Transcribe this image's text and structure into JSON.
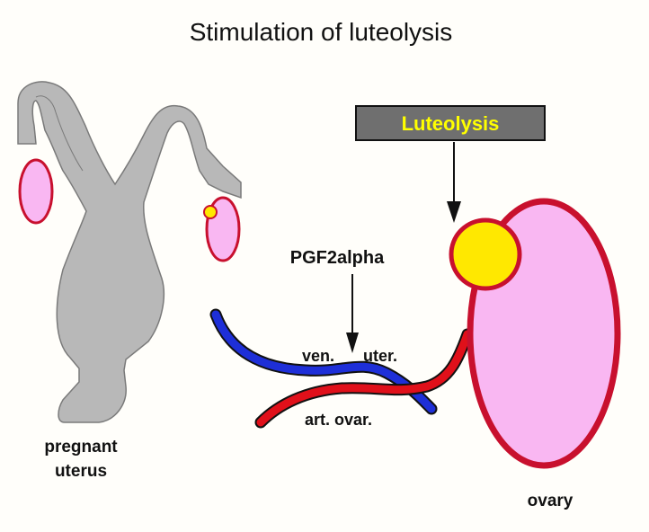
{
  "title": "Stimulation of luteolysis",
  "labels": {
    "luteolysis": "Luteolysis",
    "pgf": "PGF2alpha",
    "vein": "ven.",
    "uterine_artery": "uter.",
    "ovarian_artery": "art. ovar.",
    "uterus_line1": "pregnant",
    "uterus_line2": "uterus",
    "ovary": "ovary"
  },
  "colors": {
    "background": "#fffefa",
    "uterus": "#b8b8b8",
    "ovary_fill": "#f9b7f2",
    "ovary_outline": "#c8102e",
    "corpus_luteum": "#ffe800",
    "vein": "#1e2fd8",
    "artery": "#e0101a",
    "box_fill": "#6f6f6f",
    "box_text": "#ffff00"
  }
}
